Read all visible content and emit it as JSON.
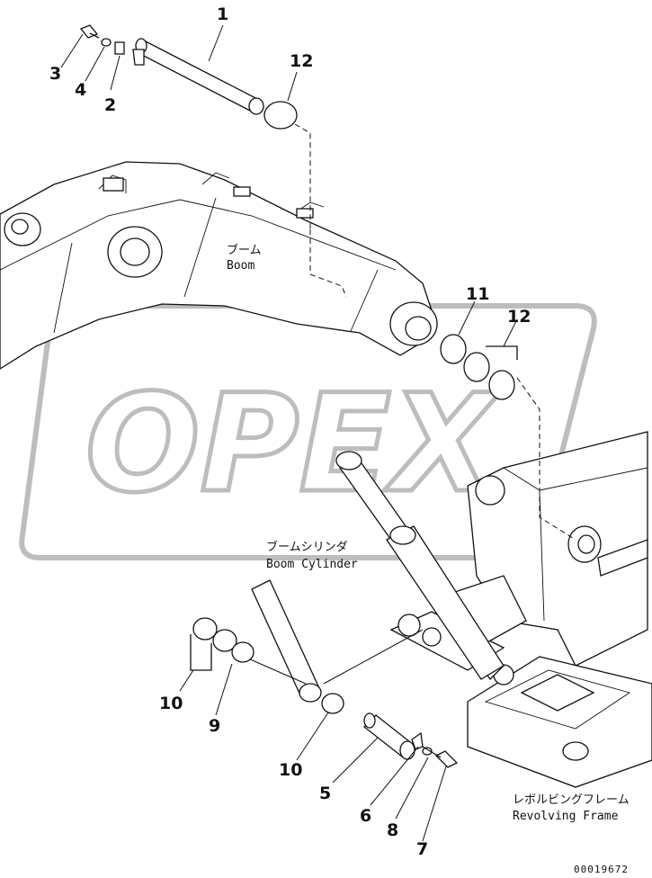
{
  "watermark": {
    "brand": "OPEX"
  },
  "labels": {
    "boom_jp": "ブーム",
    "boom_en": "Boom",
    "boom_cylinder_jp": "ブームシリンダ",
    "boom_cylinder_en": "Boom Cylinder",
    "revolving_frame_jp": "レボルビングフレーム",
    "revolving_frame_en": "Revolving Frame"
  },
  "callouts": [
    "1",
    "2",
    "3",
    "4",
    "5",
    "6",
    "7",
    "8",
    "9",
    "10",
    "10",
    "11",
    "12",
    "12"
  ],
  "reference_code": "00019672"
}
